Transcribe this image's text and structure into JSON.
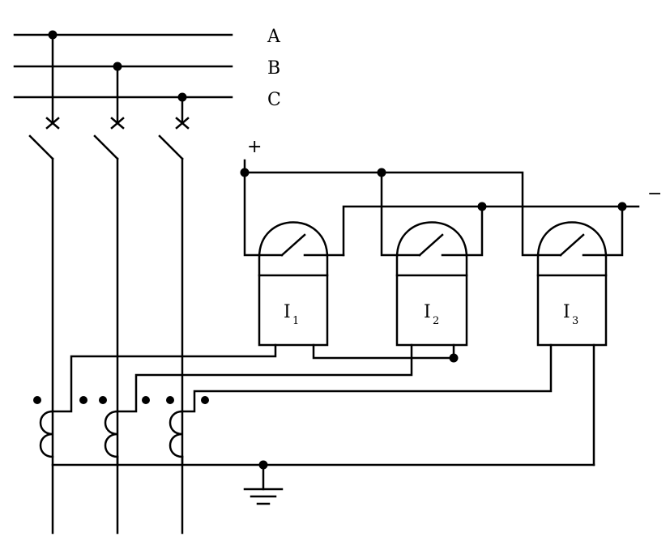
{
  "phases": [
    "A",
    "B",
    "C"
  ],
  "dc_bus": {
    "positive": "+",
    "negative": "−"
  },
  "relays": [
    {
      "letter": "I",
      "index": "1"
    },
    {
      "letter": "I",
      "index": "2"
    },
    {
      "letter": "I",
      "index": "3"
    }
  ]
}
